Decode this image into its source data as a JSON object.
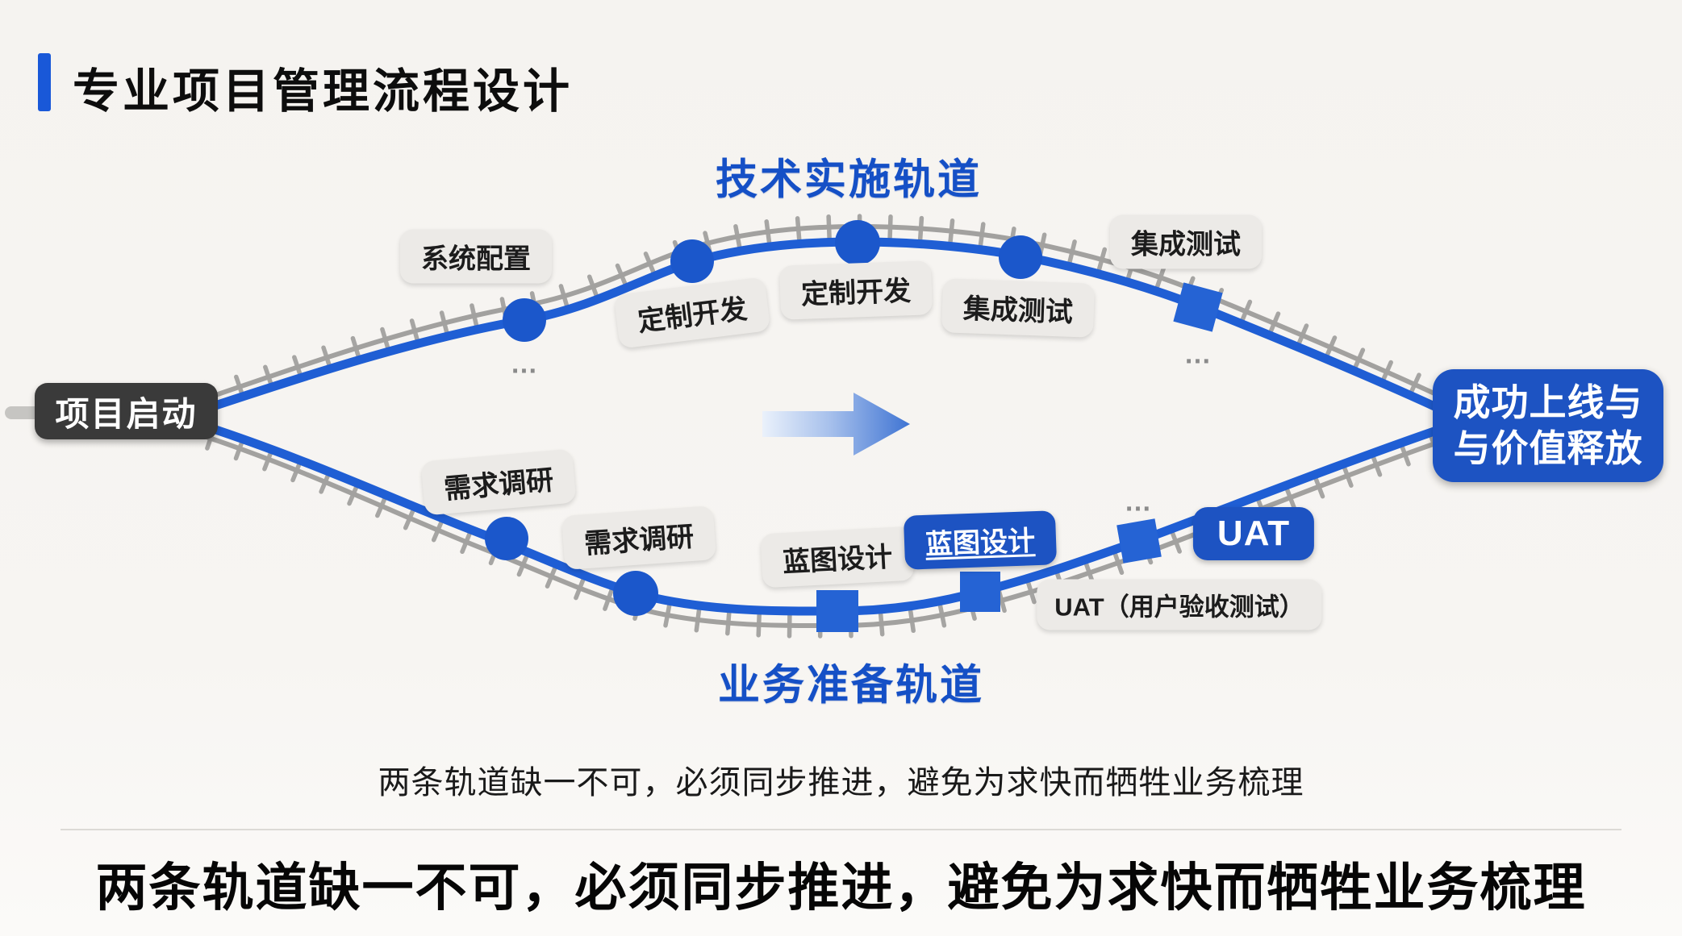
{
  "title": {
    "text": "专业项目管理流程设计",
    "accent_color": "#1958d8"
  },
  "diagram": {
    "start_badge": "项目启动",
    "end_badge": {
      "line1": "成功上线与",
      "line2": "与价值释放"
    },
    "top_track_label": "技术实施轨道",
    "bottom_track_label": "业务准备轨道",
    "top_stations": [
      "系统配置",
      "定制开发",
      "定制开发",
      "集成测试",
      "集成测试"
    ],
    "bottom_stations": [
      "需求调研",
      "需求调研",
      "蓝图设计",
      "蓝图设计",
      "UAT",
      "UAT（用户验收测试）"
    ],
    "ellipsis": "…",
    "colors": {
      "track_blue": "#1f5ed4",
      "rail_grey": "#a2a19f",
      "node_blue": "#1b57cb",
      "square_blue": "#2563d4",
      "dark_badge": "#3a3a3a",
      "badge_blue": "#1d53c2",
      "label_blue": "#1550c6",
      "pill_bg": "#eceae7"
    }
  },
  "note": "两条轨道缺一不可，必须同步推进，避免为求快而牺牲业务梳理",
  "footer": "两条轨道缺一不可，必须同步推进，避免为求快而牺牲业务梳理"
}
